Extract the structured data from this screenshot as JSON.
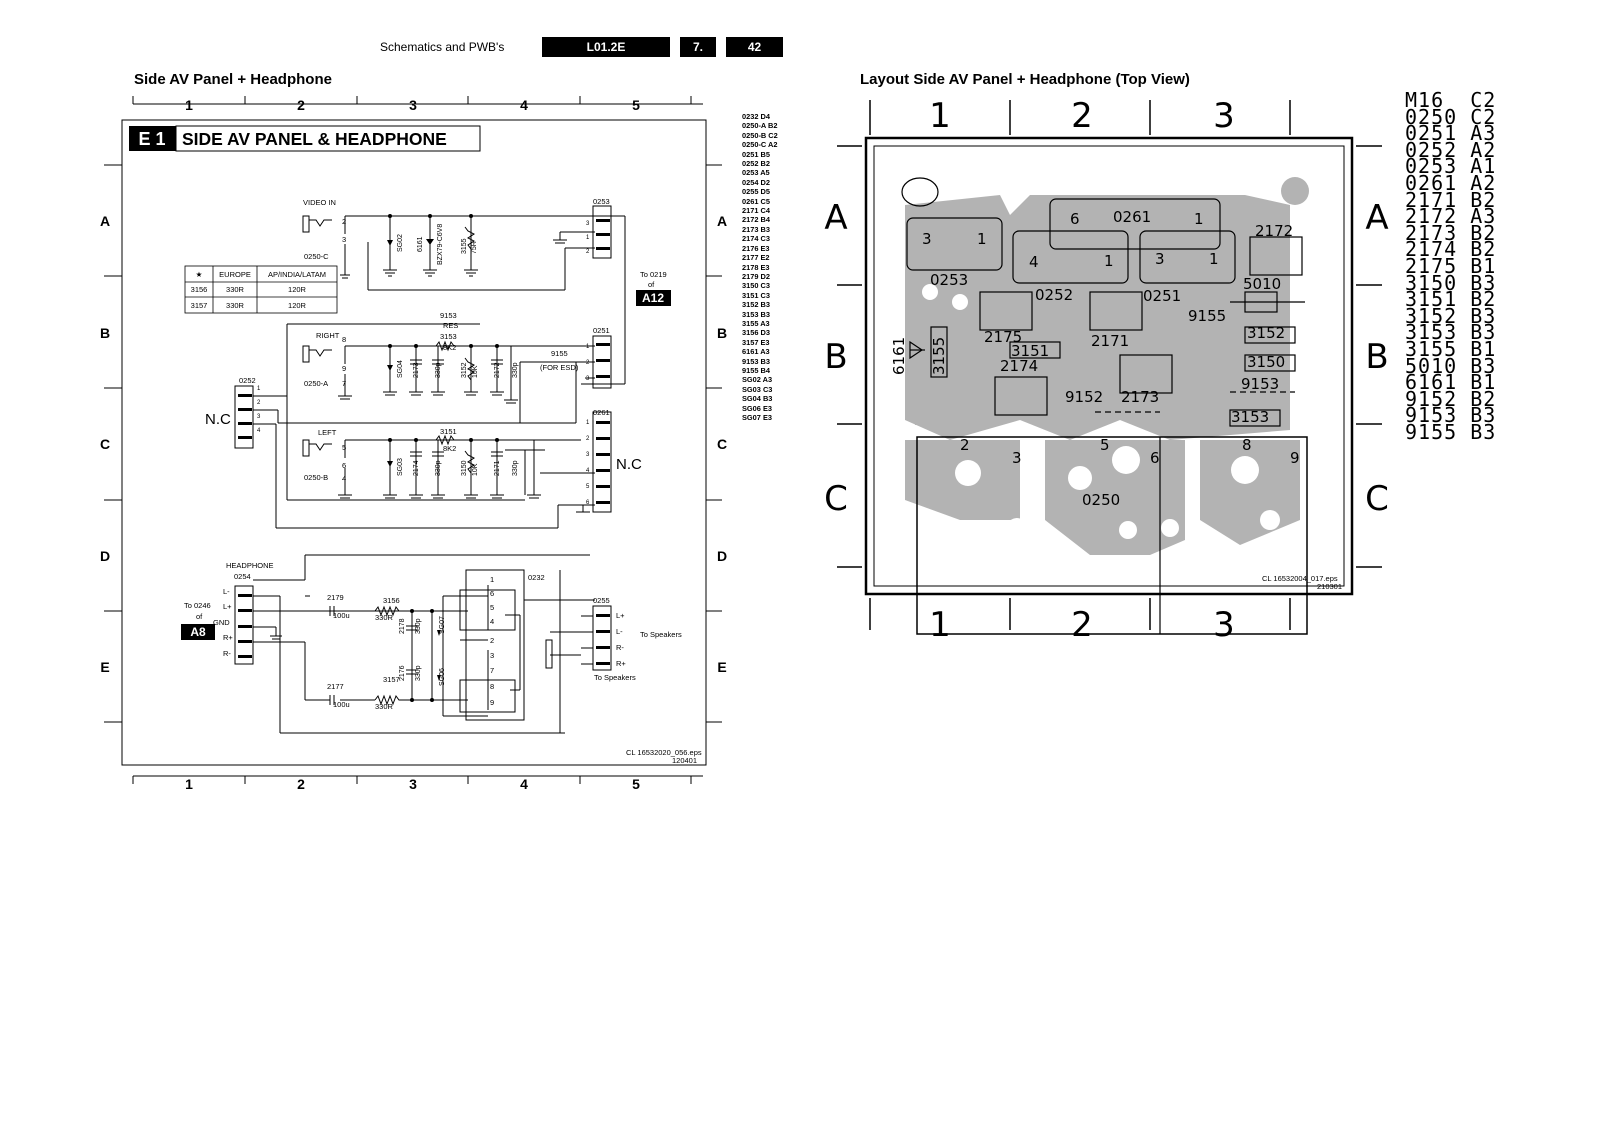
{
  "header": {
    "title": "Schematics and PWB's",
    "doc_code": "L01.2E",
    "chapter": "7.",
    "page": "42"
  },
  "left": {
    "section_title": "Side AV Panel + Headphone",
    "badge": "E 1",
    "panel_title": "SIDE AV PANEL & HEADPHONE",
    "columns": [
      "1",
      "2",
      "3",
      "4",
      "5"
    ],
    "rows": [
      "A",
      "B",
      "C",
      "D",
      "E"
    ],
    "labels": {
      "video_in": "VIDEO IN",
      "right": "RIGHT",
      "left": "LEFT",
      "headphone": "HEADPHONE",
      "nc1": "N.C",
      "nc2": "N.C",
      "to0219": "To 0219",
      "of": "of",
      "a12": "A12",
      "to0246": "To 0246",
      "a8": "A8",
      "to_speakers": "To Speakers",
      "res": "RES",
      "for_esd": "(FOR ESD)",
      "file": "CL 16532020_056.eps",
      "date": "120401"
    },
    "table": {
      "headers": [
        "★",
        "EUROPE",
        "AP/INDIA/LATAM"
      ],
      "rows": [
        [
          "3156",
          "330R",
          "120R"
        ],
        [
          "3157",
          "330R",
          "120R"
        ]
      ]
    },
    "ref_list": [
      "0232 D4",
      "0250-A B2",
      "0250-B C2",
      "0250-C A2",
      "0251 B5",
      "0252 B2",
      "0253 A5",
      "0254 D2",
      "0255 D5",
      "0261 C5",
      "2171 C4",
      "2172 B4",
      "2173 B3",
      "2174 C3",
      "2176 E3",
      "2177 E2",
      "2178 E3",
      "2179 D2",
      "3150 C3",
      "3151 C3",
      "3152 B3",
      "3153 B3",
      "3155 A3",
      "3156 D3",
      "3157 E3",
      "6161 A3",
      "9153 B3",
      "9155 B4",
      "SG02 A3",
      "SG03 C3",
      "SG04 B3",
      "SG06 E3",
      "SG07 E3"
    ]
  },
  "right": {
    "section_title": "Layout Side AV Panel + Headphone (Top View)",
    "columns": [
      "1",
      "2",
      "3"
    ],
    "rows": [
      "A",
      "B",
      "C"
    ],
    "file": "CL 16532004_017.eps",
    "date": "210301",
    "ref_list": [
      "M16  C2",
      "0250 C2",
      "0251 A3",
      "0252 A2",
      "0253 A1",
      "0261 A2",
      "2171 B2",
      "2172 A3",
      "2173 B2",
      "2174 B2",
      "2175 B1",
      "3150 B3",
      "3151 B2",
      "3152 B3",
      "3153 B3",
      "3155 B1",
      "5010 B3",
      "6161 B1",
      "9152 B2",
      "9153 B3",
      "9155 B3"
    ]
  }
}
